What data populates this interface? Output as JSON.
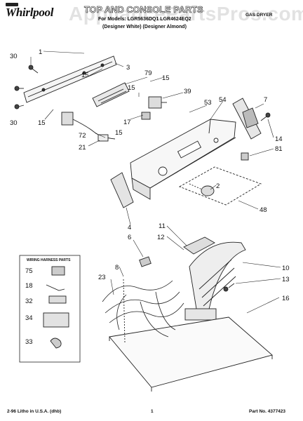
{
  "header": {
    "brand": "Whirlpool",
    "watermark": "AppliancePartsPros.com",
    "title": "TOP AND CONSOLE PARTS",
    "subtitle_line1": "For Models: LGR5636DQ1 LGR4624EQ2",
    "subtitle_line2": "(Designer White) (Designer Almond)",
    "subtitle_line3": "",
    "category": "GAS DRYER"
  },
  "wiring_box": {
    "title": "WIRING HARNESS PARTS"
  },
  "callouts": [
    "1",
    "3",
    "79",
    "15",
    "39",
    "53",
    "54",
    "7",
    "30",
    "15",
    "15",
    "30",
    "15",
    "17",
    "15",
    "72",
    "21",
    "14",
    "81",
    "2",
    "48",
    "4",
    "11",
    "12",
    "6",
    "8",
    "23",
    "10",
    "13",
    "16",
    "75",
    "18",
    "32",
    "34",
    "33"
  ],
  "footer": {
    "left": "2-96 Litho in U.S.A. (dhb)",
    "page": "1",
    "part_no": "Part No. 4377423"
  }
}
